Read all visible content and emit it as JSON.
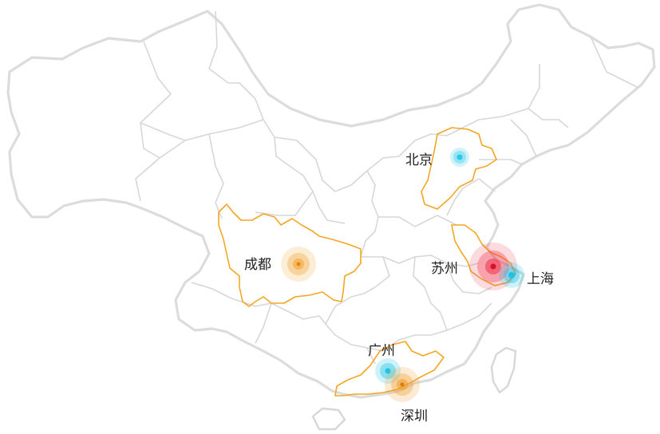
{
  "map": {
    "border_color": "#d7d7d7",
    "highlight_border_color": "#f4a623",
    "cities": [
      {
        "id": "beijing",
        "label": "北京",
        "color": "#29c7e8",
        "size": "small"
      },
      {
        "id": "suzhou",
        "label": "苏州",
        "color": "#f03a4f",
        "size": "large"
      },
      {
        "id": "shanghai",
        "label": "上海",
        "color": "#1fc2e6",
        "size": "medium"
      },
      {
        "id": "chengdu",
        "label": "成都",
        "color": "#f2a431",
        "size": "medium"
      },
      {
        "id": "guangzhou",
        "label": "广州",
        "color": "#21c3e7",
        "size": "medium"
      },
      {
        "id": "shenzhen",
        "label": "深圳",
        "color": "#ee9c2a",
        "size": "medium"
      }
    ]
  }
}
